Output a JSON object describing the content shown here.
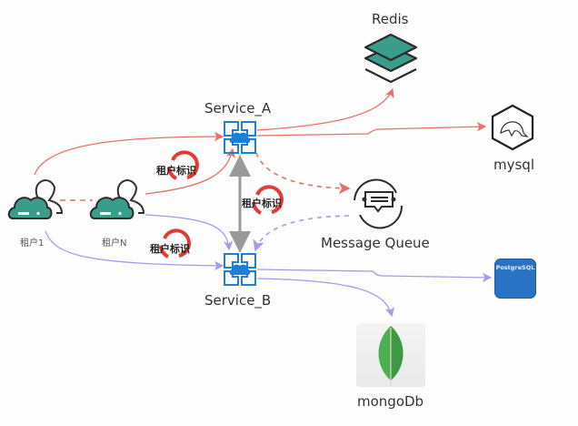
{
  "diagram": {
    "tenants": [
      {
        "label": "租户1",
        "icon": "tenant-user-cloud-icon"
      },
      {
        "label": "租户N",
        "icon": "tenant-user-cloud-icon"
      }
    ],
    "services": [
      {
        "label": "Service_A",
        "icon": "azure-service-cloud-icon"
      },
      {
        "label": "Service_B",
        "icon": "azure-service-cloud-icon"
      }
    ],
    "tenant_tags": [
      "租户标识",
      "租户标识",
      "租户标识"
    ],
    "stores": {
      "redis": {
        "label": "Redis",
        "icon": "stacked-layers-icon"
      },
      "mysql": {
        "label": "mysql",
        "icon": "dolphin-hexagon-icon"
      },
      "mq": {
        "label": "Message Queue",
        "icon": "message-cycle-icon"
      },
      "postgres": {
        "label": "",
        "badge": "PostgreSQL",
        "icon": "postgresql-box-icon"
      },
      "mongo": {
        "label": "mongoDb",
        "icon": "leaf-icon"
      }
    },
    "colors": {
      "service_a_flow": "#e8706a",
      "service_b_flow": "#a79be8",
      "service_link": "#9a9a9a",
      "tenant_icon": "#3a9c8a",
      "service_icon": "#1e7fd6",
      "postgres": "#2a72c4",
      "mongo_leaf": "#4caf50"
    },
    "edges": [
      {
        "from": "租户1",
        "to": "Service_A",
        "style": "solid",
        "color": "red"
      },
      {
        "from": "租户N",
        "to": "Service_A",
        "style": "solid",
        "color": "red"
      },
      {
        "from": "租户1",
        "to": "Service_B",
        "style": "solid",
        "color": "purple"
      },
      {
        "from": "租户N",
        "to": "Service_B",
        "style": "solid",
        "color": "purple"
      },
      {
        "from": "租户1",
        "to": "租户N",
        "style": "dashed",
        "color": "red"
      },
      {
        "from": "Service_A",
        "to": "Redis",
        "style": "solid",
        "color": "red"
      },
      {
        "from": "Service_A",
        "to": "mysql",
        "style": "solid",
        "color": "red"
      },
      {
        "from": "Service_A",
        "to": "Message Queue",
        "style": "dashed",
        "color": "red"
      },
      {
        "from": "Service_B",
        "to": "PostgreSQL",
        "style": "solid",
        "color": "purple"
      },
      {
        "from": "Service_B",
        "to": "mongoDb",
        "style": "solid",
        "color": "purple"
      },
      {
        "from": "Message Queue",
        "to": "Service_B",
        "style": "dashed",
        "color": "purple"
      },
      {
        "from": "Service_A",
        "to": "Service_B",
        "style": "bidirectional",
        "color": "gray"
      }
    ]
  }
}
